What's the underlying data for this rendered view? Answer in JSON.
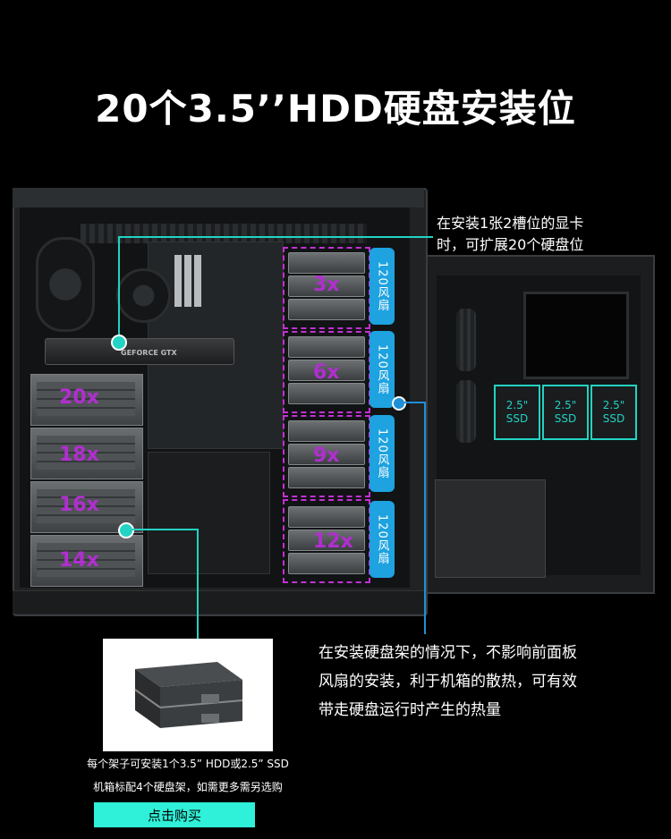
{
  "title": "20个3.5’’HDD硬盘安装位",
  "gpu_label": "GEFORCE GTX",
  "stacks": [
    {
      "count": "3x"
    },
    {
      "count": "6x"
    },
    {
      "count": "9x"
    },
    {
      "count": "12x"
    }
  ],
  "left_counts": [
    "20x",
    "18x",
    "16x",
    "14x"
  ],
  "fan_label": "120风扇",
  "ssd_label_line1": "2.5\"",
  "ssd_label_line2": "SSD",
  "callout_top": {
    "line1": "在安装1张2槽位的显卡",
    "line2": "时，可扩展20个硬盘位"
  },
  "callout_bottom": {
    "line1": "在安装硬盘架的情况下，不影响前面板",
    "line2": "风扇的安装，利于机箱的散热，可有效",
    "line3": "带走硬盘运行时产生的热量"
  },
  "caption1": "每个架子可安装1个3.5” HDD或2.5” SSD",
  "caption2": "机箱标配4个硬盘架，如需更多需另选购",
  "buy_button": "点击购买",
  "colors": {
    "accent_cyan": "#23d3c3",
    "fan_blue": "#1ea2e0",
    "dash_magenta": "#c52fd6",
    "button_bg": "#2ff0d8"
  }
}
